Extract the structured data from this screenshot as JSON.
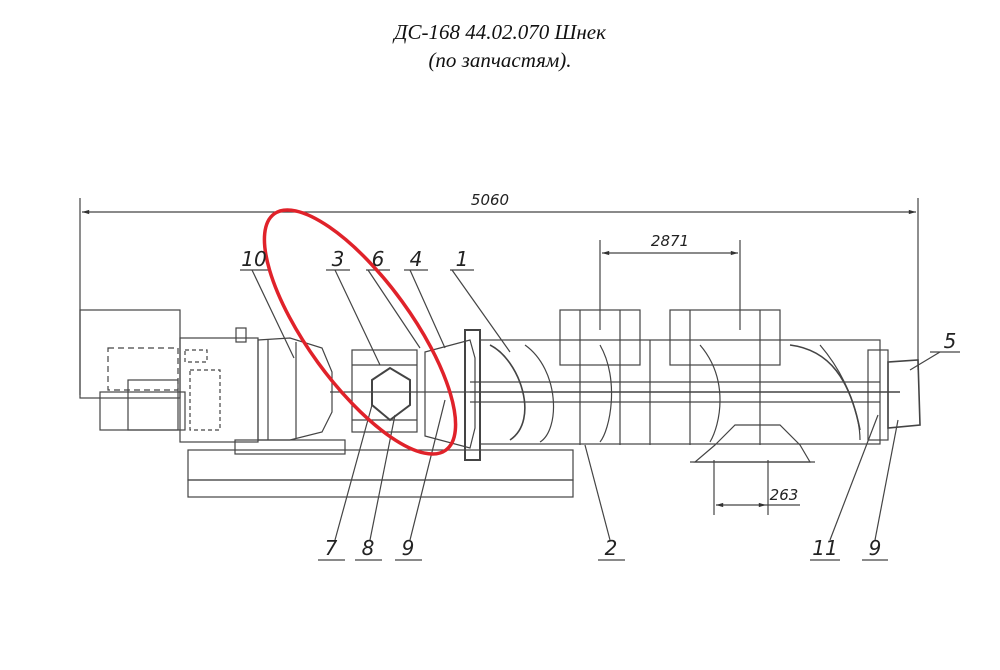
{
  "title": {
    "line1": "ДС-168 44.02.070 Шнек",
    "line2": "(по запчастям)."
  },
  "dimensions": {
    "overall": "5060",
    "upper_span": "2871",
    "outlet": "263"
  },
  "callouts": [
    "10",
    "3",
    "6",
    "4",
    "1",
    "5",
    "7",
    "8",
    "9",
    "2",
    "11",
    "9"
  ],
  "highlight_color": "#e0222a"
}
